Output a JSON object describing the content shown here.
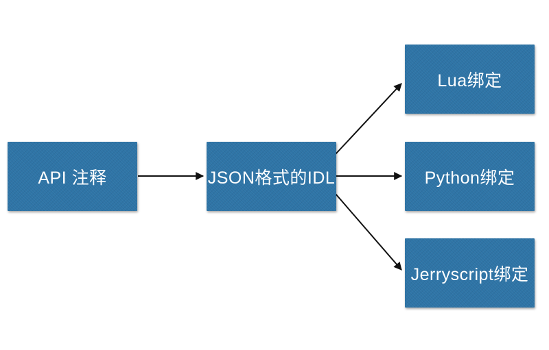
{
  "diagram": {
    "background_color": "#ffffff",
    "node_fill_color": "#2E74A6",
    "node_text_color": "#ffffff",
    "arrow_color": "#111111",
    "nodes": [
      {
        "id": "api",
        "label": "API 注释"
      },
      {
        "id": "idl",
        "label": "JSON格式的IDL"
      },
      {
        "id": "lua",
        "label": "Lua绑定"
      },
      {
        "id": "python",
        "label": "Python绑定"
      },
      {
        "id": "jerryscript",
        "label": "Jerryscript绑定"
      }
    ],
    "edges": [
      {
        "from": "api",
        "to": "idl"
      },
      {
        "from": "idl",
        "to": "lua"
      },
      {
        "from": "idl",
        "to": "python"
      },
      {
        "from": "idl",
        "to": "jerryscript"
      }
    ]
  }
}
